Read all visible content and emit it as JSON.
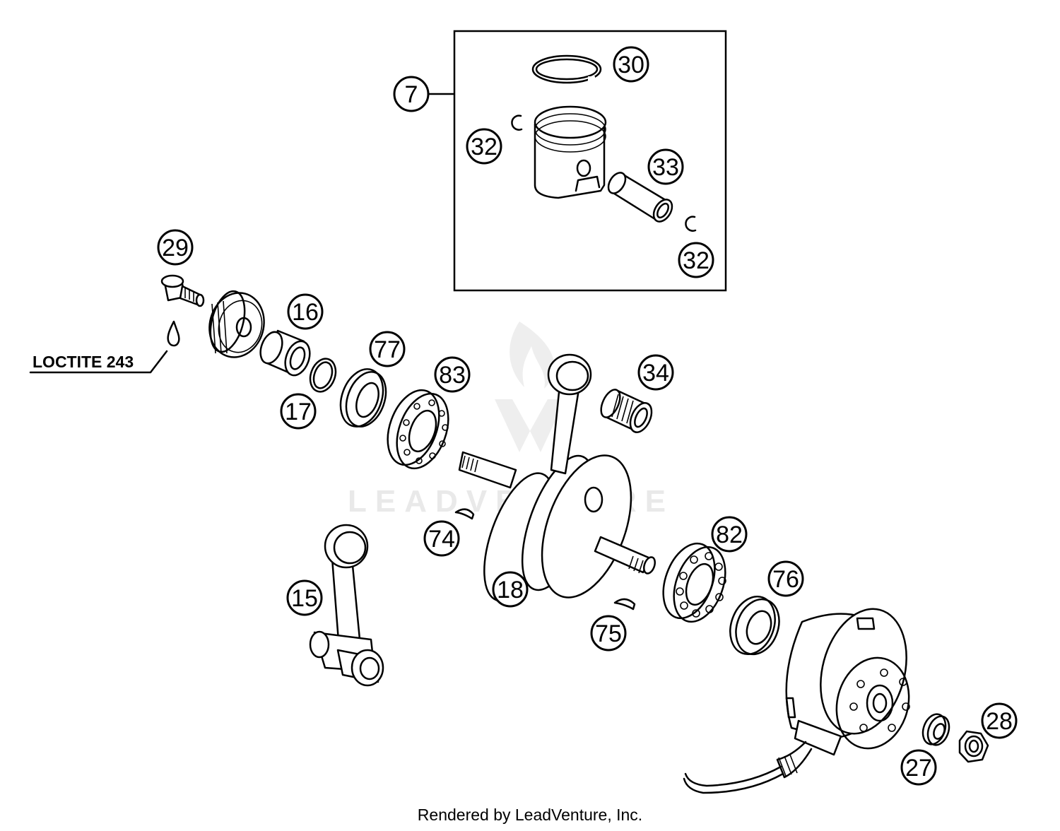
{
  "callouts": [
    {
      "id": "c30",
      "label": "30"
    },
    {
      "id": "c7",
      "label": "7"
    },
    {
      "id": "c32a",
      "label": "32"
    },
    {
      "id": "c33",
      "label": "33"
    },
    {
      "id": "c32b",
      "label": "32"
    },
    {
      "id": "c29",
      "label": "29"
    },
    {
      "id": "c16",
      "label": "16"
    },
    {
      "id": "c77",
      "label": "77"
    },
    {
      "id": "c83",
      "label": "83"
    },
    {
      "id": "c34",
      "label": "34"
    },
    {
      "id": "c17",
      "label": "17"
    },
    {
      "id": "c74",
      "label": "74"
    },
    {
      "id": "c82",
      "label": "82"
    },
    {
      "id": "c76",
      "label": "76"
    },
    {
      "id": "c15",
      "label": "15"
    },
    {
      "id": "c18",
      "label": "18"
    },
    {
      "id": "c75",
      "label": "75"
    },
    {
      "id": "c28",
      "label": "28"
    },
    {
      "id": "c27",
      "label": "27"
    }
  ],
  "loctite_label": "LOCTITE 243",
  "watermark": "LEADVENTURE",
  "footer": "Rendered by LeadVenture, Inc."
}
